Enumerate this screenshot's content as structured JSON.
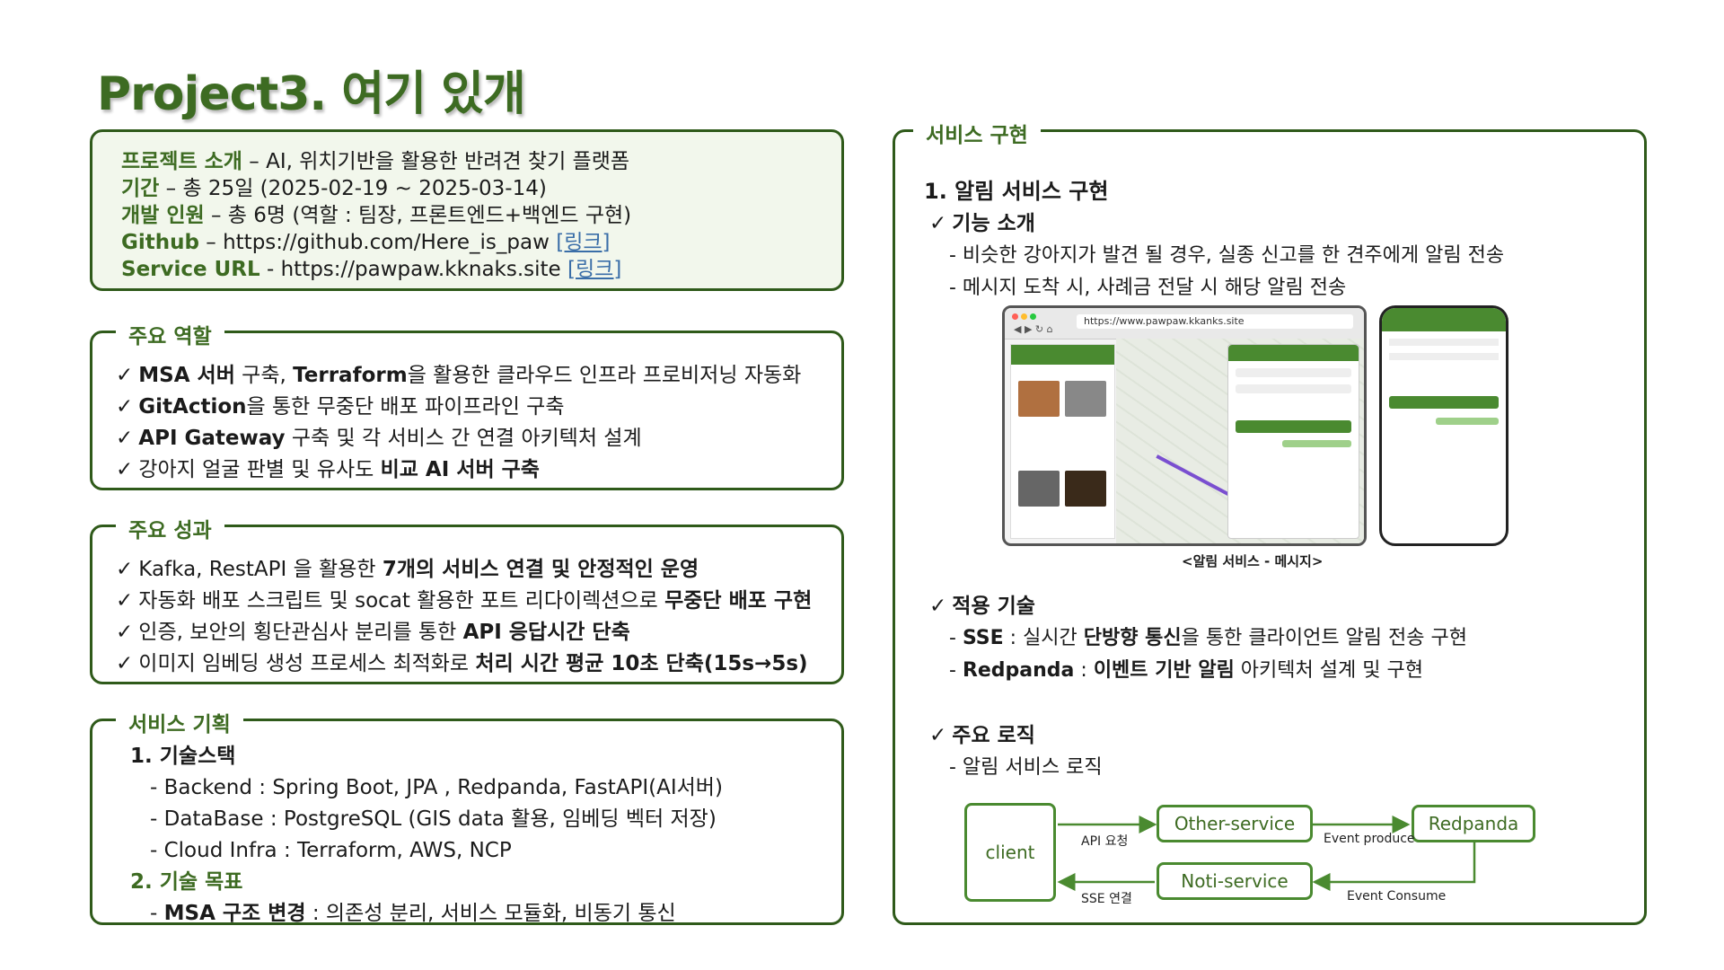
{
  "title": "Project3. 여기 있개",
  "intro": {
    "project_label": "프로젝트 소개",
    "project_text": " – AI, 위치기반을 활용한 반려견 찾기 플랫폼",
    "period_label": "기간",
    "period_text": " – 총 25일 (2025-02-19 ~ 2025-03-14)",
    "members_label": "개발 인원",
    "members_text": " – 총 6명 (역할 : 팀장, 프론트엔드+백엔드 구현)",
    "github_label": "Github",
    "github_text": " – https://github.com/Here_is_paw ",
    "github_link": "[링크]",
    "url_label": "Service URL",
    "url_text": " - https://pawpaw.kknaks.site ",
    "url_link": "[링크]"
  },
  "roles": {
    "legend": "주요 역할",
    "items": [
      {
        "b1": "MSA 서버",
        "t1": " 구축, ",
        "b2": "Terraform",
        "t2": "을 활용한 클라우드 인프라 프로비저닝 자동화"
      },
      {
        "b1": "GitAction",
        "t1": "을 통한 무중단 배포 파이프라인 구축",
        "b2": "",
        "t2": ""
      },
      {
        "b1": "API Gateway",
        "t1": " 구축 및 각 서비스 간 연결 아키텍처 설계",
        "b2": "",
        "t2": ""
      },
      {
        "b1": "",
        "t1": "강아지 얼굴 판별 및 유사도 ",
        "b2": "비교 AI 서버 구축",
        "t2": ""
      }
    ]
  },
  "achievements": {
    "legend": "주요 성과",
    "items": [
      {
        "t1": "Kafka, RestAPI 을 활용한 ",
        "b": "7개의 서비스 연결 및 안정적인 운영"
      },
      {
        "t1": "자동화 배포 스크립트 및 socat 활용한 포트 리다이렉션으로 ",
        "b": "무중단 배포 구현"
      },
      {
        "t1": "인증, 보안의 횡단관심사 분리를 통한 ",
        "b": "API 응답시간 단축"
      },
      {
        "t1": "이미지 임베딩 생성 프로세스 최적화로 ",
        "b": "처리 시간 평균 10초 단축(15s→5s)"
      }
    ]
  },
  "plan": {
    "legend": "서비스 기획",
    "h1": "1. 기술스택",
    "stack": [
      "- Backend : Spring Boot, JPA , Redpanda, FastAPI(AI서버)",
      "-  DataBase : PostgreSQL (GIS data 활용, 임베딩 벡터 저장)",
      "- Cloud Infra : Terraform, AWS, NCP"
    ],
    "h2": "2. 기술 목표",
    "goal_prefix": "- ",
    "goal_bold": "MSA 구조 변경",
    "goal_text": " : 의존성 분리, 서비스 모듈화, 비동기 통신"
  },
  "service": {
    "legend": "서비스 구현",
    "h1": "1.  알림 서비스 구현",
    "feature_title": "기능 소개",
    "features": [
      "- 비슷한 강아지가 발견 될 경우, 실종 신고를 한 견주에게  알림 전송",
      "- 메시지 도착 시, 사례금 전달 시 해당 알림 전송"
    ],
    "mock_url": "https://www.pawpaw.kkanks.site",
    "caption": "<알림 서비스 - 메시지>",
    "tech_title": "적용 기술",
    "tech": [
      {
        "b1": "SSE",
        "t1": " : 실시간 ",
        "b2": "단방향 통신",
        "t2": "을 통한 클라이언트 알림 전송 구현"
      },
      {
        "b1": "Redpanda",
        "t1": " : ",
        "b2": "이벤트 기반 알림",
        "t2": " 아키텍처 설계 및 구현"
      }
    ],
    "logic_title": "주요 로직",
    "logic_text": "- 알림 서비스 로직",
    "flow": {
      "client": "client",
      "other": "Other-service",
      "redpanda": "Redpanda",
      "noti": "Noti-service",
      "api": "API 요청",
      "produce": "Event produce",
      "sse": "SSE 연결",
      "consume": "Event Consume"
    }
  },
  "colors": {
    "accent": "#3d6b22",
    "border": "#2f5a1a",
    "flow": "#4a8a30"
  }
}
